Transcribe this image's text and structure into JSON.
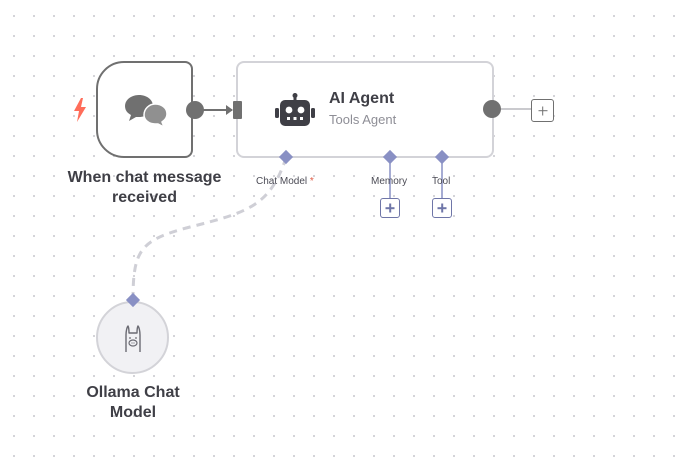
{
  "nodes": {
    "trigger": {
      "label": "When chat message received",
      "icon": "chat-bubbles-icon",
      "badge_icon": "lightning-bolt-icon"
    },
    "agent": {
      "title": "AI Agent",
      "subtitle": "Tools Agent",
      "icon": "robot-icon"
    },
    "ollama": {
      "label": "Ollama Chat Model",
      "icon": "llama-icon"
    }
  },
  "handles": {
    "chat_model": {
      "label": "Chat Model",
      "required_marker": "*"
    },
    "memory": {
      "label": "Memory"
    },
    "tool": {
      "label": "Tool"
    }
  },
  "colors": {
    "accent_bolt": "#ff6d5a",
    "sub_handle": "#8990c4",
    "connection": "#cfcfd6",
    "node_border": "#707070"
  }
}
